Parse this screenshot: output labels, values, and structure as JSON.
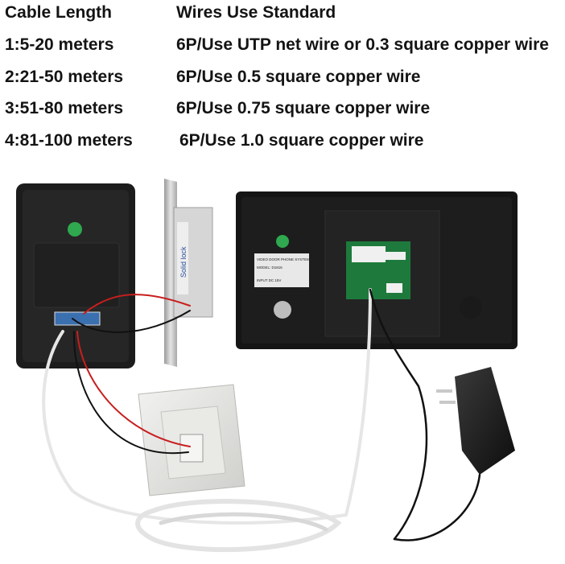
{
  "table": {
    "header": {
      "length": "Cable Length",
      "standard": "Wires Use Standard"
    },
    "rows": [
      {
        "length": "1:5-20 meters",
        "standard": "6P/Use UTP net wire or 0.3 square copper wire"
      },
      {
        "length": "2:21-50 meters",
        "standard": "6P/Use 0.5 square copper wire"
      },
      {
        "length": "3:51-80 meters",
        "standard": "6P/Use 0.75 square copper wire"
      },
      {
        "length": "4:81-100 meters",
        "standard": "6P/Use 1.0 square copper wire"
      }
    ]
  },
  "photo": {
    "monitor_label_title": "VIDEO DOOR PHONE SYSTEM",
    "monitor_label_model": "MODEL: D1816",
    "monitor_label_input": "INPUT  DC 15V",
    "lock_label": "Solid lock",
    "colors": {
      "panel_body": "#1c1c1c",
      "monitor_body": "#151515",
      "lock_metal": "#c9c9c9",
      "wire_red": "#c81e1e",
      "wire_black": "#111111",
      "cable_white": "#e6e6e6",
      "qc_sticker": "#2fa84f",
      "pcb_green": "#1e7a3c"
    }
  }
}
